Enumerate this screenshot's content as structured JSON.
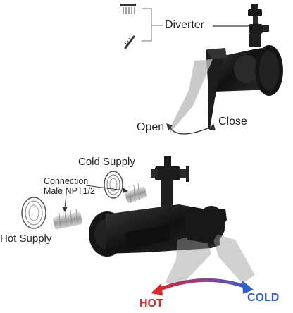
{
  "labels": {
    "diverter": "Diverter",
    "open": "Open",
    "close": "Close",
    "cold_supply": "Cold Supply",
    "connection_line1": "Connection",
    "connection_line2": "Male NPT1/2",
    "hot_supply": "Hot Supply",
    "hot": "HOT",
    "cold": "COLD"
  },
  "colors": {
    "hot": "#d8262a",
    "cold": "#2f5fcf",
    "faucet": "#1f1f1f",
    "text": "#222222"
  },
  "icons": {
    "diverter_outlet_1": "showerhead-icon",
    "diverter_outlet_2": "hand-shower-icon"
  }
}
